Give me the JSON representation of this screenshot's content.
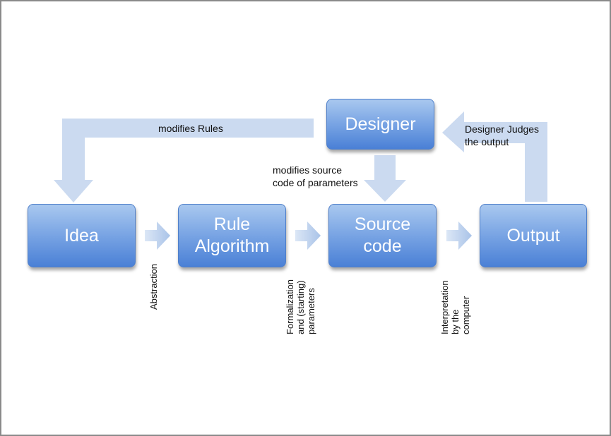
{
  "boxes": {
    "designer": "Designer",
    "idea": "Idea",
    "rule_algorithm": "Rule\nAlgorithm",
    "source_code": "Source\ncode",
    "output": "Output"
  },
  "labels": {
    "modifies_rules": "modifies Rules",
    "designer_judges": "Designer Judges\nthe output",
    "modifies_source": "modifies source\ncode of parameters",
    "abstraction": "Abstraction",
    "formalization": "Formalization\nand (starting)\nparameters",
    "interpretation": "Interpretation\nby the\ncomputer"
  },
  "colors": {
    "box_top": "#a9c8ef",
    "box_bottom": "#4a80d6",
    "arrow_fill": "#c9d9ef",
    "frame": "#8a8a8a"
  }
}
